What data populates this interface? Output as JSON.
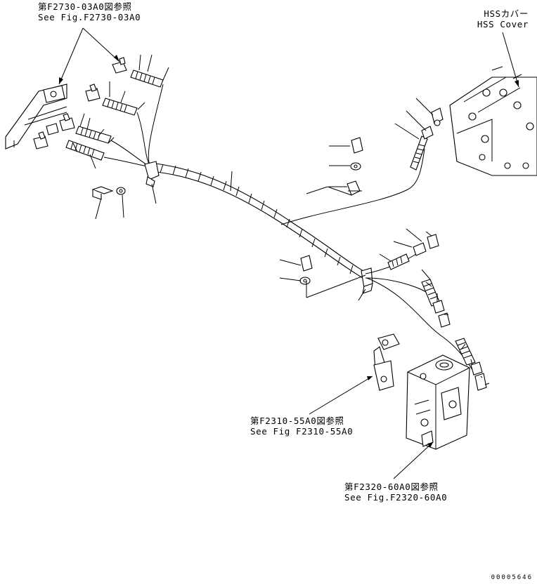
{
  "references": {
    "fig_2730": {
      "line_jp": "第F2730-03A0図参照",
      "line_en": "See Fig.F2730-03A0"
    },
    "hss_cover": {
      "line_jp": "HSSカバー",
      "line_en": "HSS Cover"
    },
    "fig_2310": {
      "line_jp": "第F2310-55A0図参照",
      "line_en": "See Fig F2310-55A0"
    },
    "fig_2320": {
      "line_jp": "第F2320-60A0図参照",
      "line_en": "See Fig.F2320-60A0"
    }
  },
  "drawing_id": "00005646"
}
